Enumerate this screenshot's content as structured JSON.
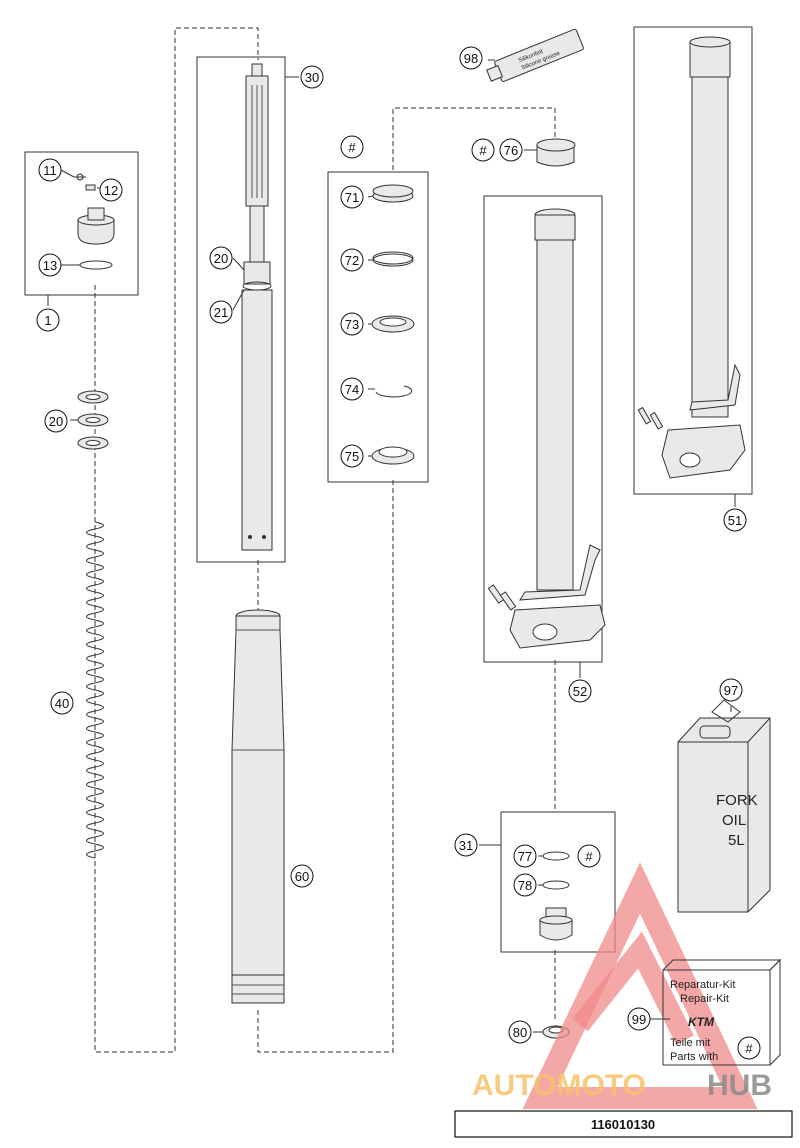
{
  "diagram": {
    "drawing_number": "116010130",
    "callouts": {
      "c1": "1",
      "c11": "11",
      "c12": "12",
      "c13": "13",
      "c20a": "20",
      "c20b": "20",
      "c21": "21",
      "c30": "30",
      "c31": "31",
      "c40": "40",
      "c51": "51",
      "c52": "52",
      "c60": "60",
      "c71": "71",
      "c72": "72",
      "c73": "73",
      "c74": "74",
      "c75": "75",
      "c76": "76",
      "c77": "77",
      "c78": "78",
      "c80": "80",
      "c97": "97",
      "c98": "98",
      "c99": "99",
      "hash1": "#",
      "hash2": "#",
      "hash3": "#",
      "hash4": "#"
    },
    "oil_can": {
      "line1": "FORK",
      "line2": "OIL",
      "line3": "5L"
    },
    "repair_kit": {
      "line1": "Reparatur-Kit",
      "line2": "Repair-Kit",
      "brand": "KTM",
      "line3": "Teile mit",
      "line4": "Parts with"
    },
    "grease_tube": {
      "line1": "Silikonfett",
      "line2": "Silicone grease"
    },
    "watermark": {
      "part1": "AUTOMOTO",
      "part2": "HUB"
    }
  }
}
